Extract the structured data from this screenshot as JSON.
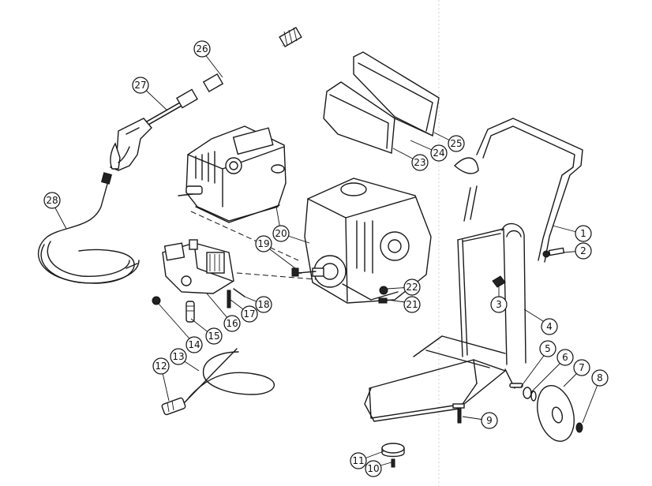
{
  "callouts": [
    {
      "num": "1"
    },
    {
      "num": "2"
    },
    {
      "num": "3"
    },
    {
      "num": "4"
    },
    {
      "num": "5"
    },
    {
      "num": "6"
    },
    {
      "num": "7"
    },
    {
      "num": "8"
    },
    {
      "num": "9"
    },
    {
      "num": "10"
    },
    {
      "num": "11"
    },
    {
      "num": "12"
    },
    {
      "num": "13"
    },
    {
      "num": "14"
    },
    {
      "num": "15"
    },
    {
      "num": "16"
    },
    {
      "num": "17"
    },
    {
      "num": "18"
    },
    {
      "num": "19"
    },
    {
      "num": "20"
    },
    {
      "num": "21"
    },
    {
      "num": "22"
    },
    {
      "num": "23"
    },
    {
      "num": "24"
    },
    {
      "num": "25"
    },
    {
      "num": "26"
    },
    {
      "num": "27"
    },
    {
      "num": "28"
    }
  ]
}
